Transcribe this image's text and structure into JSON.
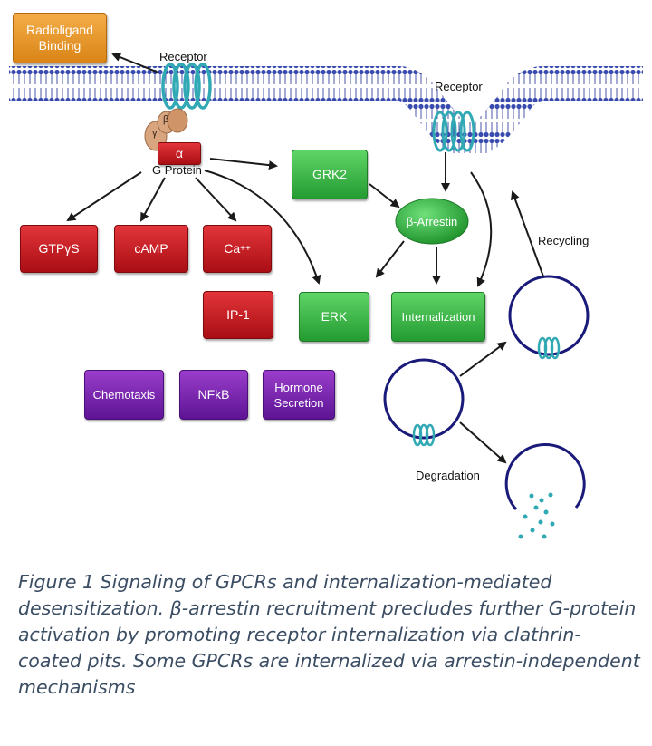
{
  "labels": {
    "receptor_top": "Receptor",
    "receptor_pit": "Receptor",
    "g_protein": "G Protein",
    "alpha": "α",
    "gamma": "γ",
    "beta": "β",
    "recycling": "Recycling",
    "degradation": "Degradation"
  },
  "boxes": {
    "radioligand": "Radioligand\nBinding",
    "gtpys": "GTPγS",
    "camp": "cAMP",
    "ca_base": "Ca",
    "ca_sup": "++",
    "ip1": "IP-1",
    "grk2": "GRK2",
    "arrestin": "β-Arrestin",
    "erk": "ERK",
    "internalization": "Internalization",
    "chemotaxis": "Chemotaxis",
    "nfkb": "NFkB",
    "hormone": "Hormone\nSecretion"
  },
  "caption": "Figure 1 Signaling of GPCRs and internalization-mediated desensitization. β-arrestin recruitment precludes further G-protein activation by promoting receptor internalization via clathrin-coated pits. Some GPCRs are internalized via arrestin-independent mechanisms",
  "colors": {
    "signaling_red": "#c8161d",
    "arrestin_green": "#3fbf4a",
    "response_purple": "#7a2bb0",
    "assay_orange": "#eb9a2c",
    "membrane_blue": "#2d3a9a",
    "receptor_teal": "#31a9b5",
    "vesicle_navy": "#1a1a7a"
  }
}
